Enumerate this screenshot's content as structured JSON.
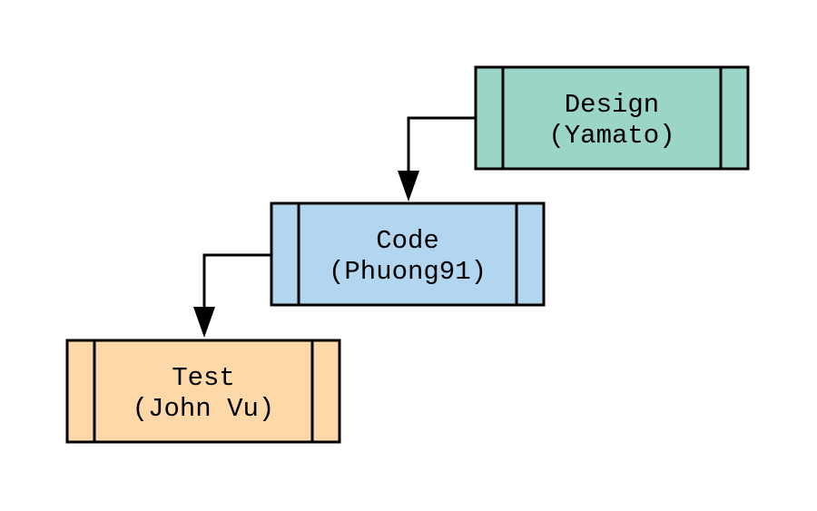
{
  "diagram": {
    "type": "waterfall-flow",
    "nodes": [
      {
        "id": "design",
        "line1": "Design",
        "line2": "(Yamato)",
        "fill": "#9bd5c8"
      },
      {
        "id": "code",
        "line1": "Code",
        "line2": "(Phuong91)",
        "fill": "#b3d6f0"
      },
      {
        "id": "test",
        "line1": "Test",
        "line2": "(John Vu)",
        "fill": "#fed8a8"
      }
    ],
    "edges": [
      {
        "from": "design",
        "to": "code"
      },
      {
        "from": "code",
        "to": "test"
      }
    ],
    "stroke_color": "#000000"
  }
}
